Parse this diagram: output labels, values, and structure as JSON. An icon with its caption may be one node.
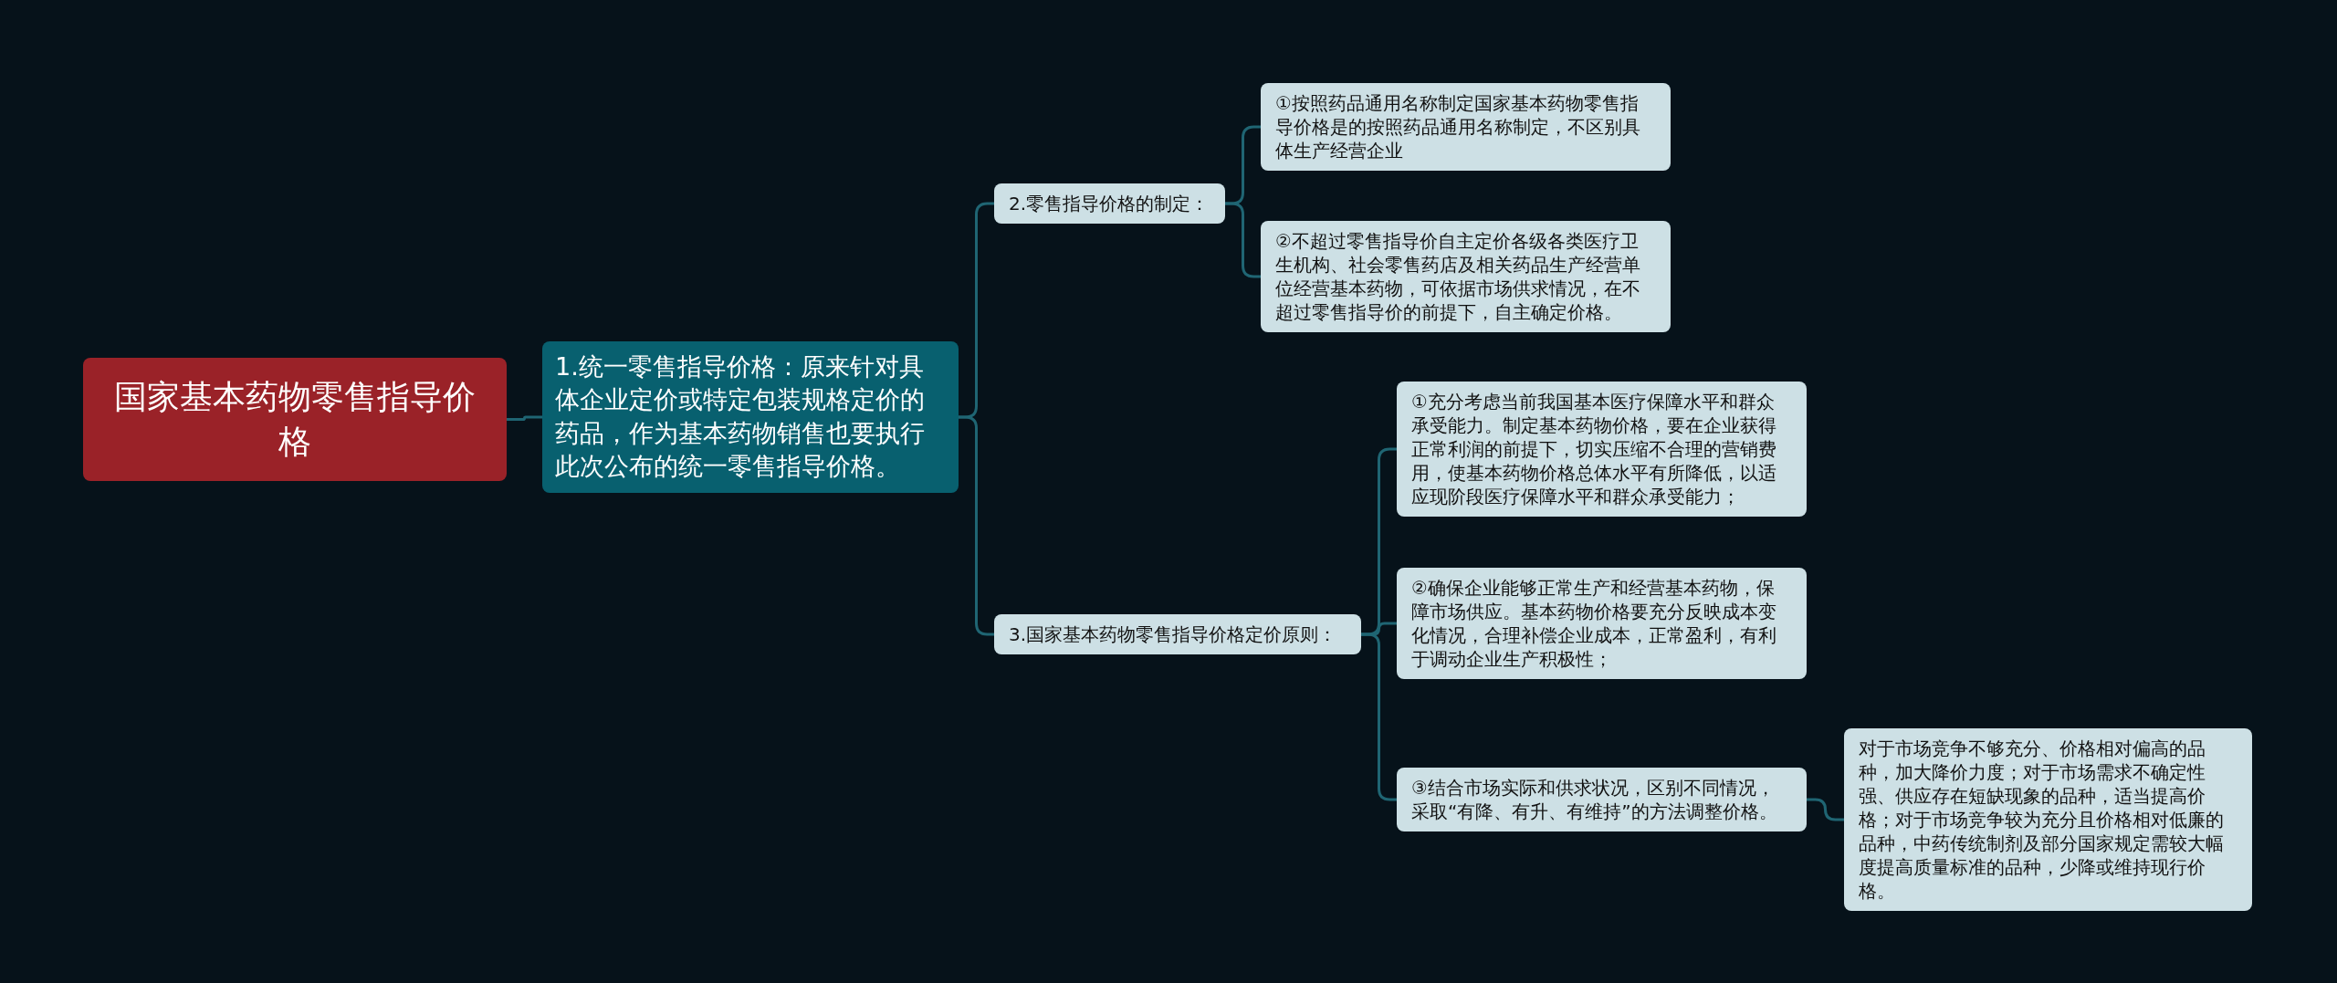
{
  "diagram": {
    "nodes": [
      {
        "text": [
          "国家基本药物零售指导价格"
        ]
      },
      {
        "text": [
          "1.统一零售指导价格：原来针对具体企业定价或特定包装规格定价的药品，作为基本药物销售也要执行此次公布的统一零售指导价格。"
        ]
      },
      {
        "text": [
          "2.零售指导价格的制定："
        ]
      },
      {
        "text": [
          "①按照药品通用名称制定国家基本药物零售指导价格是的按照药品通用名称制定，不区别具体生产经营企业"
        ]
      },
      {
        "text": [
          "②不超过零售指导价自主定价各级各类医疗卫生机构、社会零售药店及相关药品生产经营单位经营基本药物，可依据市场供求情况，在不超过零售指导价的前提下，自主确定价格。"
        ]
      },
      {
        "text": [
          "3.国家基本药物零售指导价格定价原则："
        ]
      },
      {
        "text": [
          "①充分考虑当前我国基本医疗保障水平和群众承受能力。制定基本药物价格，要在企业获得正常利润的前提下，切实压缩不合理的营销费用，使基本药物价格总体水平有所降低，以适应现阶段医疗保障水平和群众承受能力；"
        ]
      },
      {
        "text": [
          "②确保企业能够正常生产和经营基本药物，保障市场供应。基本药物价格要充分反映成本变化情况，合理补偿企业成本，正常盈利，有利于调动企业生产积极性；"
        ]
      },
      {
        "text": [
          "③结合市场实际和供求状况，区别不同情况，采取“有降、有升、有维持”的方法调整价格。"
        ]
      },
      {
        "text": [
          "对于市场竞争不够充分、价格相对偏高的品种，加大降价力度；对于市场需求不确定性强、供应存在短缺现象的品种，适当提高价格；对于市场竞争较为充分且价格相对低廉的品种，中药传统制剂及部分国家规定需较大幅度提高质量标准的品种，少降或维持现行价格。"
        ]
      }
    ],
    "edges": [
      {
        "from": 0,
        "to": 1,
        "arrow": "none"
      },
      {
        "from": 1,
        "to": 2,
        "arrow": "none"
      },
      {
        "from": 1,
        "to": 5,
        "arrow": "none"
      },
      {
        "from": 2,
        "to": 3,
        "arrow": "none"
      },
      {
        "from": 2,
        "to": 4,
        "arrow": "none"
      },
      {
        "from": 5,
        "to": 6,
        "arrow": "none"
      },
      {
        "from": 5,
        "to": 7,
        "arrow": "none"
      },
      {
        "from": 5,
        "to": 8,
        "arrow": "none"
      },
      {
        "from": 8,
        "to": 9,
        "arrow": "none"
      }
    ]
  }
}
